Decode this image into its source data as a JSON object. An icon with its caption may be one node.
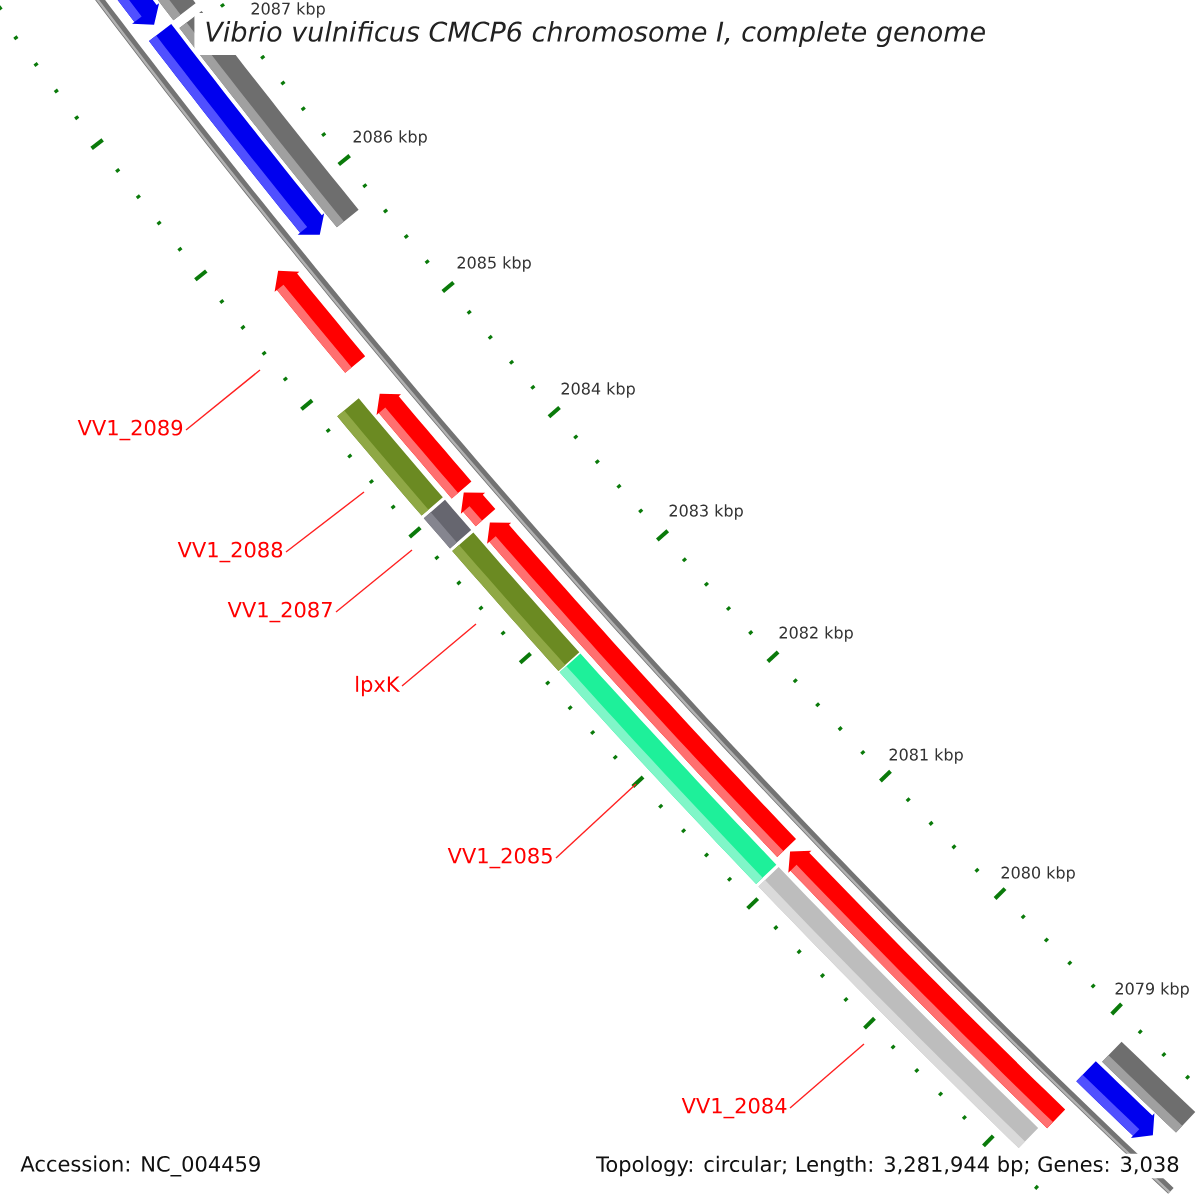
{
  "diagram": {
    "title": "Vibrio vulnificus CMCP6 chromosome I, complete genome",
    "nodes": [
      {
        "text": [
          "VV1_2089"
        ]
      },
      {
        "text": [
          "VV1_2088"
        ]
      },
      {
        "text": [
          "VV1_2087"
        ]
      },
      {
        "text": [
          "lpxK"
        ]
      },
      {
        "text": [
          "VV1_2085"
        ]
      },
      {
        "text": [
          "VV1_2084"
        ]
      }
    ],
    "edges": [
      {
        "from": 0,
        "to": null,
        "arrow": "none"
      },
      {
        "from": 1,
        "to": null,
        "arrow": "none"
      },
      {
        "from": 2,
        "to": null,
        "arrow": "none"
      },
      {
        "from": 3,
        "to": null,
        "arrow": "none"
      },
      {
        "from": 4,
        "to": null,
        "arrow": "none"
      },
      {
        "from": 5,
        "to": null,
        "arrow": "none"
      }
    ],
    "labels": [
      "2087 kbp",
      "2086 kbp",
      "2085 kbp",
      "2084 kbp",
      "2083 kbp",
      "2082 kbp",
      "2081 kbp",
      "2080 kbp",
      "2079 kbp",
      "Accession: NC_004459",
      "Topology: circular; Length: 3,281,944 bp; Genes: 3,038"
    ]
  }
}
